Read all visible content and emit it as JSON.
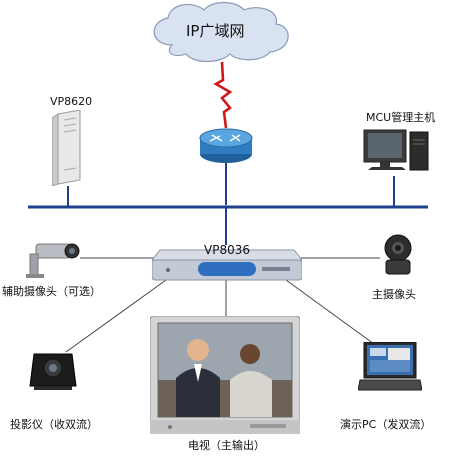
{
  "cloud": {
    "label": "IP广域网"
  },
  "nodes": {
    "server_label": "VP8620",
    "mcu_label": "MCU管理主机",
    "terminal_label": "VP8036",
    "aux_camera_label": "辅助摄像头（可选）",
    "main_camera_label": "主摄像头",
    "projector_label": "投影仪（收双流）",
    "tv_label": "电视（主输出）",
    "pc_label": "演示PC（发双流）"
  },
  "colors": {
    "backbone": "#1f3f8f",
    "wan_link": "#d01818",
    "lines": "#444444",
    "cloud_fill": "#d9e2f0",
    "router": "#2f7dc0"
  }
}
